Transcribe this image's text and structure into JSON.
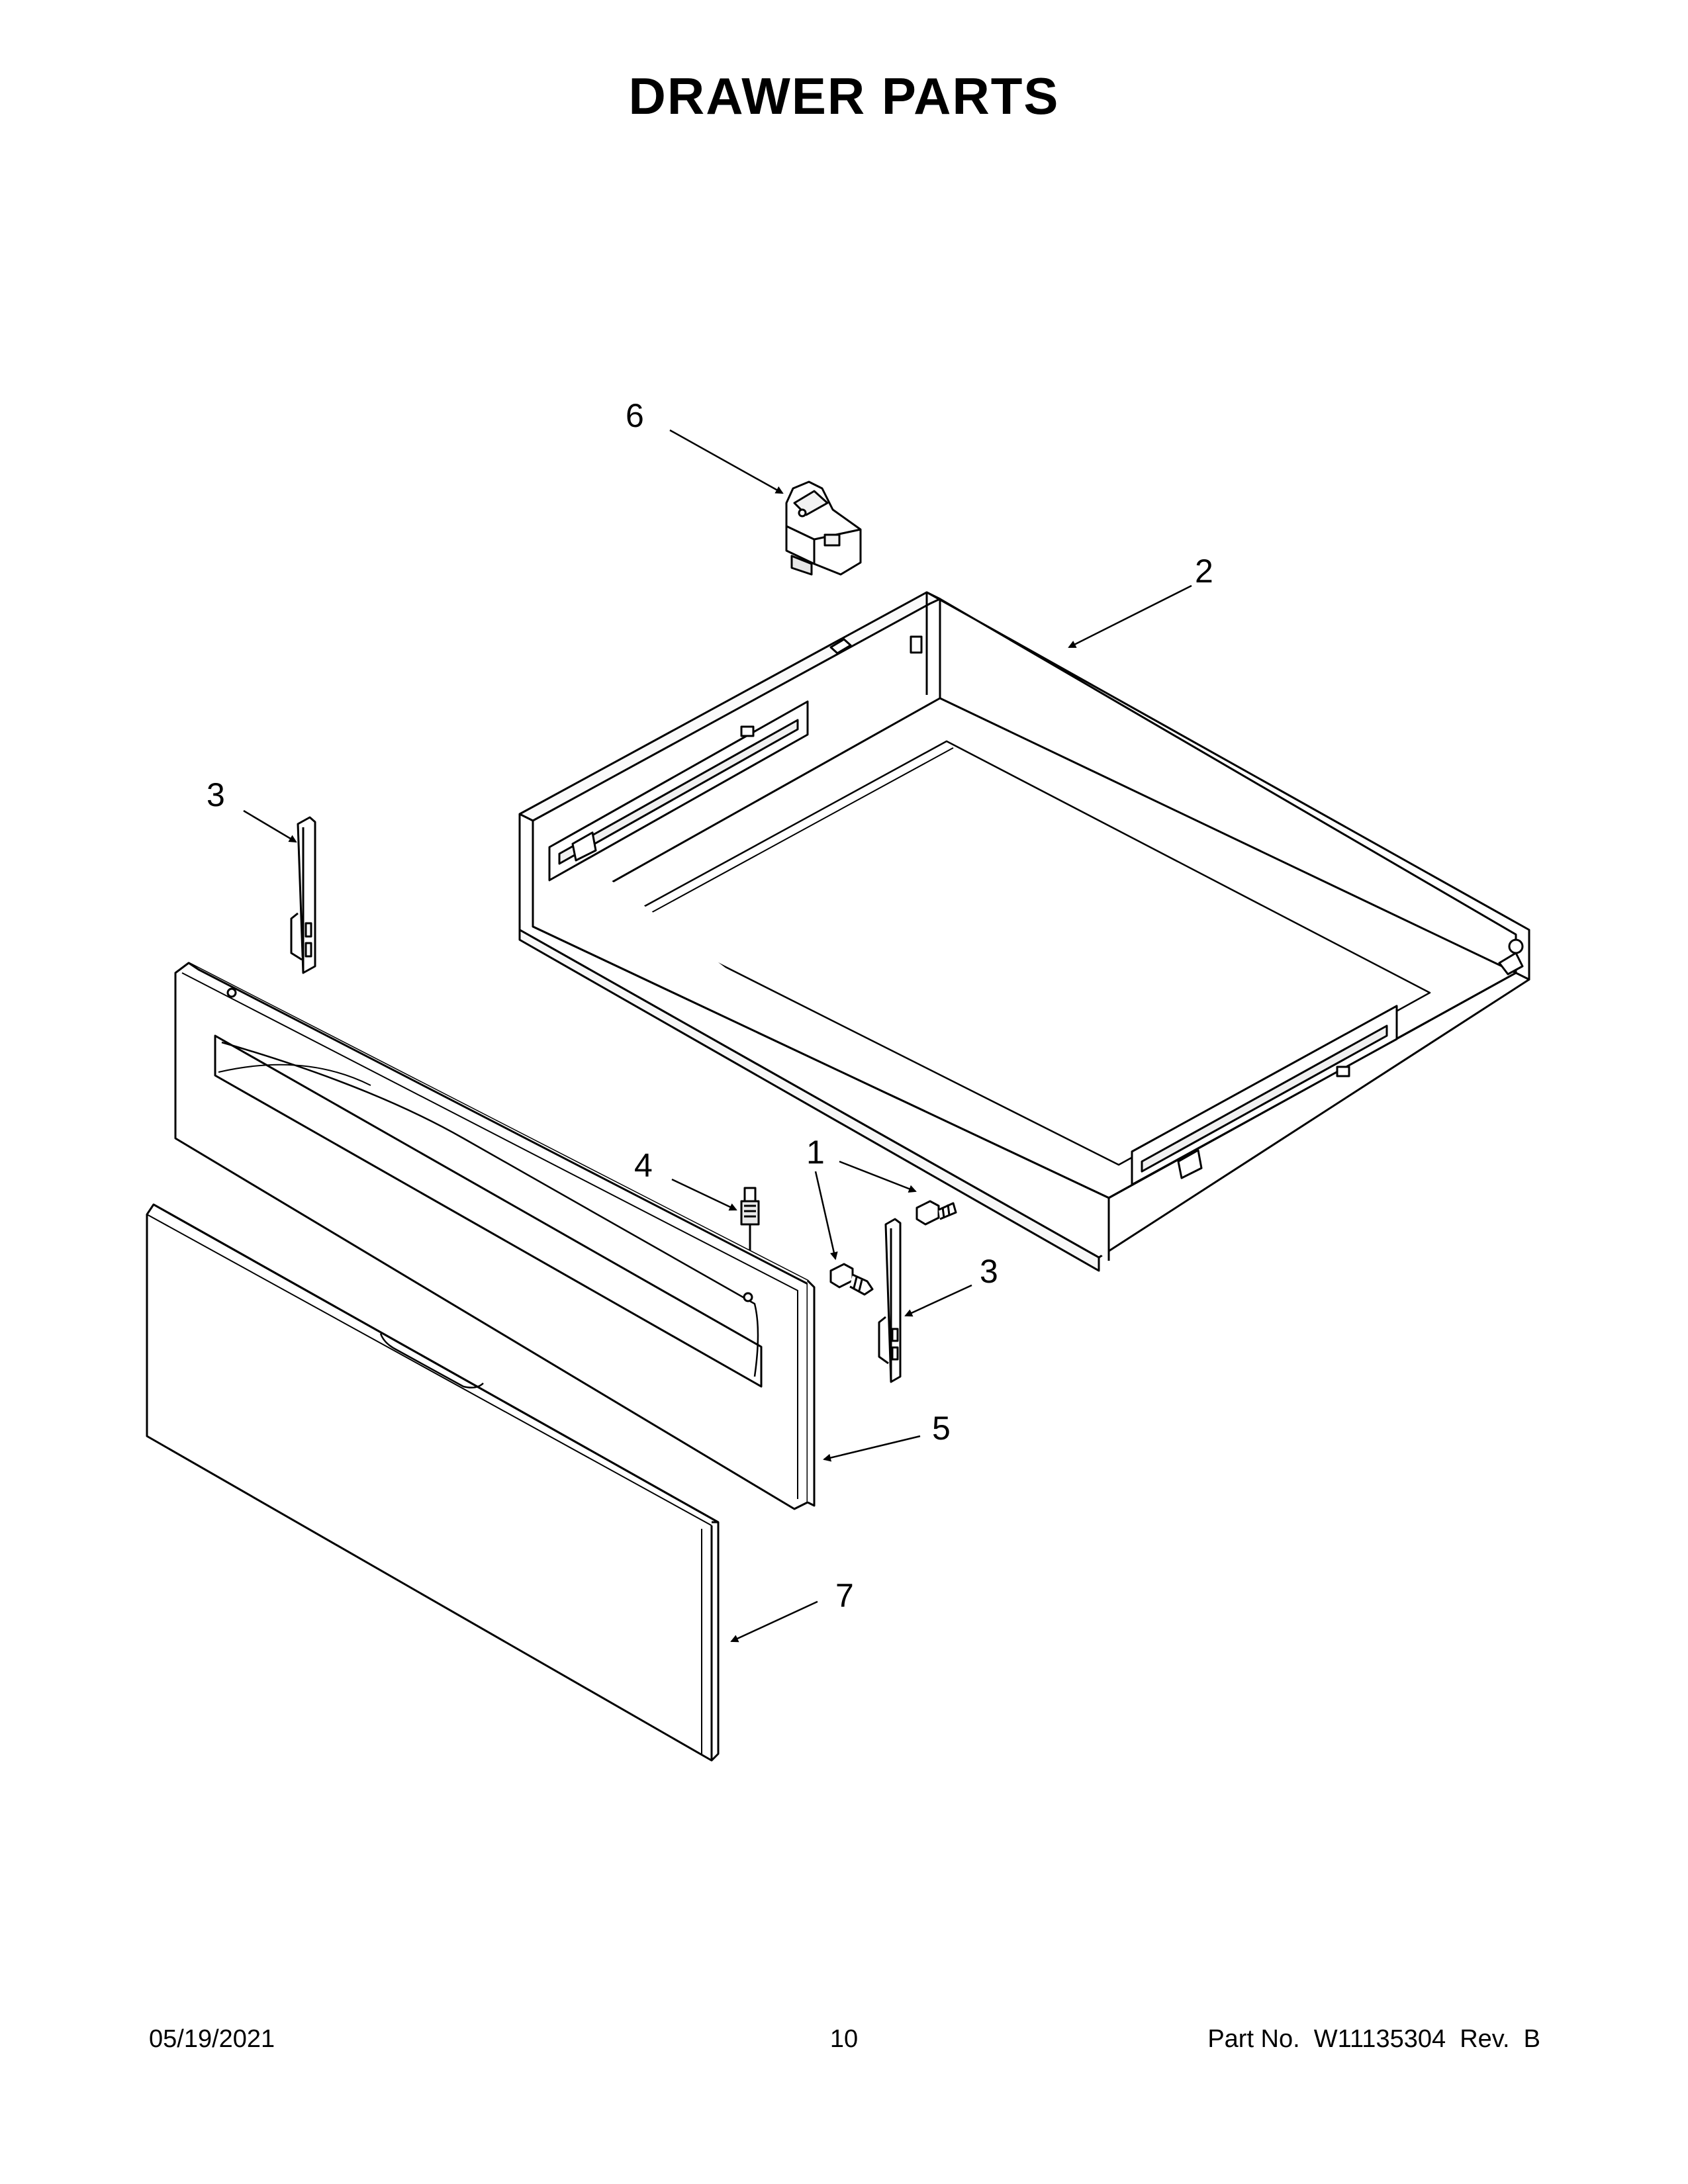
{
  "page": {
    "title": "DRAWER PARTS"
  },
  "callouts": {
    "c1": "1",
    "c2": "2",
    "c3a": "3",
    "c3b": "3",
    "c4": "4",
    "c5": "5",
    "c6": "6",
    "c7": "7"
  },
  "parts": [
    {
      "ref": "1",
      "icon": "screw-icon"
    },
    {
      "ref": "2",
      "icon": "drawer-body-icon"
    },
    {
      "ref": "3",
      "icon": "drawer-slide-bracket-icon"
    },
    {
      "ref": "4",
      "icon": "spacer-pin-icon"
    },
    {
      "ref": "5",
      "icon": "drawer-front-frame-icon"
    },
    {
      "ref": "6",
      "icon": "drawer-stop-bracket-icon"
    },
    {
      "ref": "7",
      "icon": "drawer-panel-icon"
    }
  ],
  "footer": {
    "date": "05/19/2021",
    "page_number": "10",
    "part_info": "Part No.  W11135304  Rev.  B"
  }
}
